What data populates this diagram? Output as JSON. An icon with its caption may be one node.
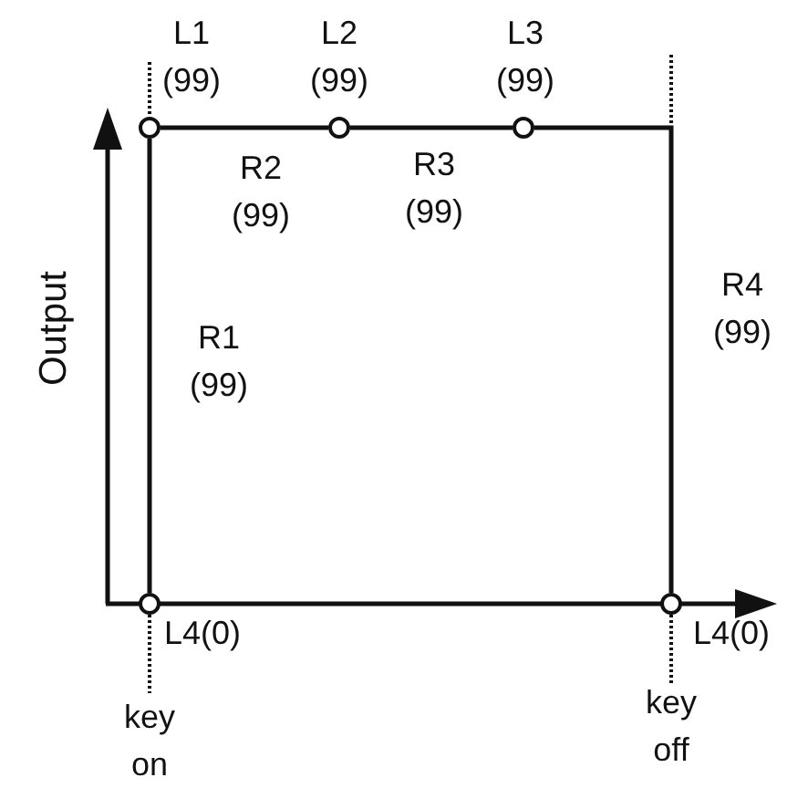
{
  "diagram": {
    "nodes": [
      {
        "text": [],
        "shape": "circle",
        "beside": [
          "L4(0)",
          "key on"
        ]
      },
      {
        "text": [],
        "shape": "circle",
        "beside": [
          "L1 (99)"
        ]
      },
      {
        "text": [],
        "shape": "circle",
        "beside": [
          "L2 (99)"
        ]
      },
      {
        "text": [],
        "shape": "circle",
        "beside": [
          "L3 (99)"
        ]
      },
      {
        "text": [],
        "shape": "circle",
        "beside": [
          "L4(0)",
          "key off"
        ]
      }
    ],
    "edges": [
      {
        "from": 0,
        "to": 1,
        "arrow": "none",
        "label": "R1 (99)"
      },
      {
        "from": 1,
        "to": 2,
        "arrow": "none",
        "label": "R2 (99)"
      },
      {
        "from": 2,
        "to": 3,
        "arrow": "none",
        "label": "R3 (99)"
      },
      {
        "from": 3,
        "to": 4,
        "arrow": "none",
        "label": "R4 (99)"
      }
    ],
    "labels": [
      "Output"
    ]
  }
}
